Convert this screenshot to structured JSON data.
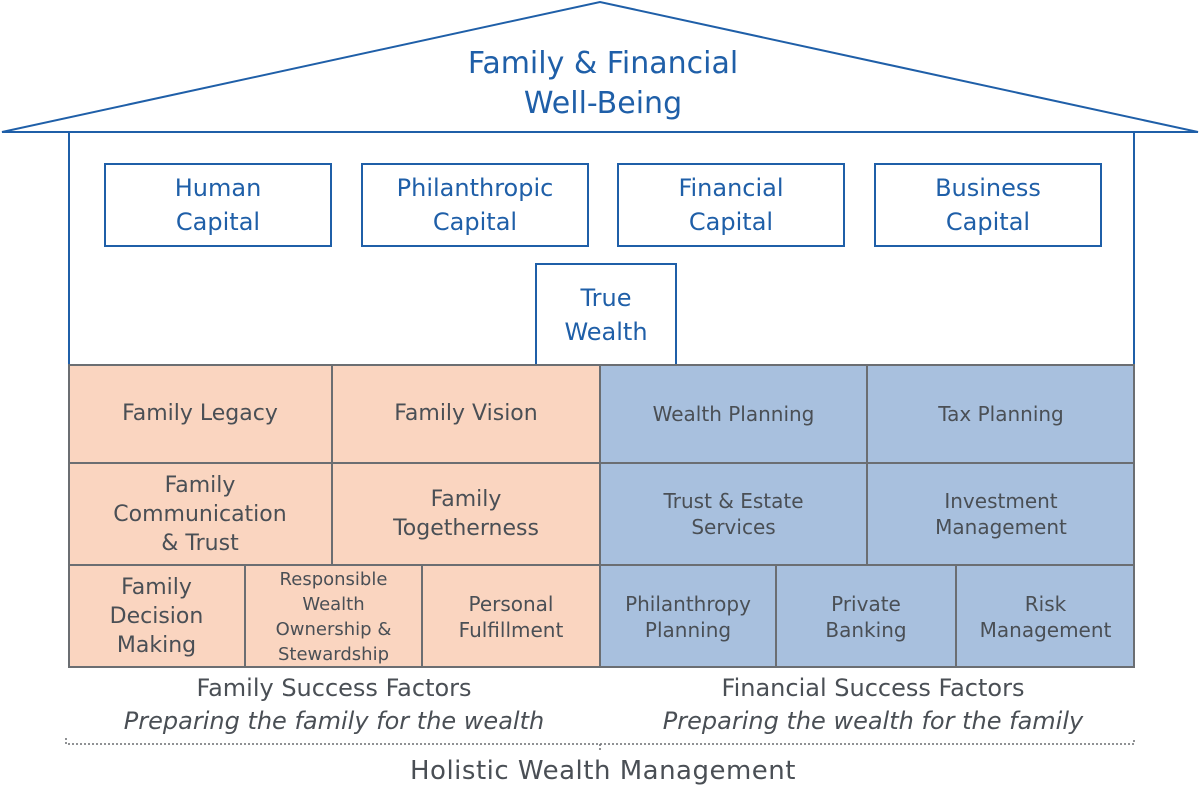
{
  "roof": {
    "title_line1": "Family & Financial",
    "title_line2": "Well-Being"
  },
  "capitals": [
    {
      "line1": "Human",
      "line2": "Capital"
    },
    {
      "line1": "Philanthropic",
      "line2": "Capital"
    },
    {
      "line1": "Financial",
      "line2": "Capital"
    },
    {
      "line1": "Business",
      "line2": "Capital"
    }
  ],
  "true_wealth": {
    "line1": "True",
    "line2": "Wealth"
  },
  "family_factors": {
    "row1": [
      "Family Legacy",
      "Family Vision"
    ],
    "row2": [
      [
        "Family",
        "Communication",
        "& Trust"
      ],
      [
        "Family",
        "Togetherness"
      ]
    ],
    "row3": [
      [
        "Family",
        "Decision",
        "Making"
      ],
      [
        "Responsible",
        "Wealth",
        "Ownership &",
        "Stewardship"
      ],
      [
        "Personal",
        "Fulfillment"
      ]
    ]
  },
  "financial_factors": {
    "row1": [
      "Wealth Planning",
      "Tax Planning"
    ],
    "row2": [
      [
        "Trust & Estate",
        "Services"
      ],
      [
        "Investment",
        "Management"
      ]
    ],
    "row3": [
      [
        "Philanthropy",
        "Planning"
      ],
      [
        "Private",
        "Banking"
      ],
      [
        "Risk",
        "Management"
      ]
    ]
  },
  "captions": {
    "family_title": "Family Success Factors",
    "family_sub": "Preparing the family for the wealth",
    "financial_title": "Financial Success Factors",
    "financial_sub": "Preparing the wealth for the family"
  },
  "footer": "Holistic Wealth Management",
  "colors": {
    "house_blue": "#1f5fa8",
    "family_fill": "#fad5c0",
    "financial_fill": "#a8c0de",
    "text_gray": "#4a4f55"
  }
}
